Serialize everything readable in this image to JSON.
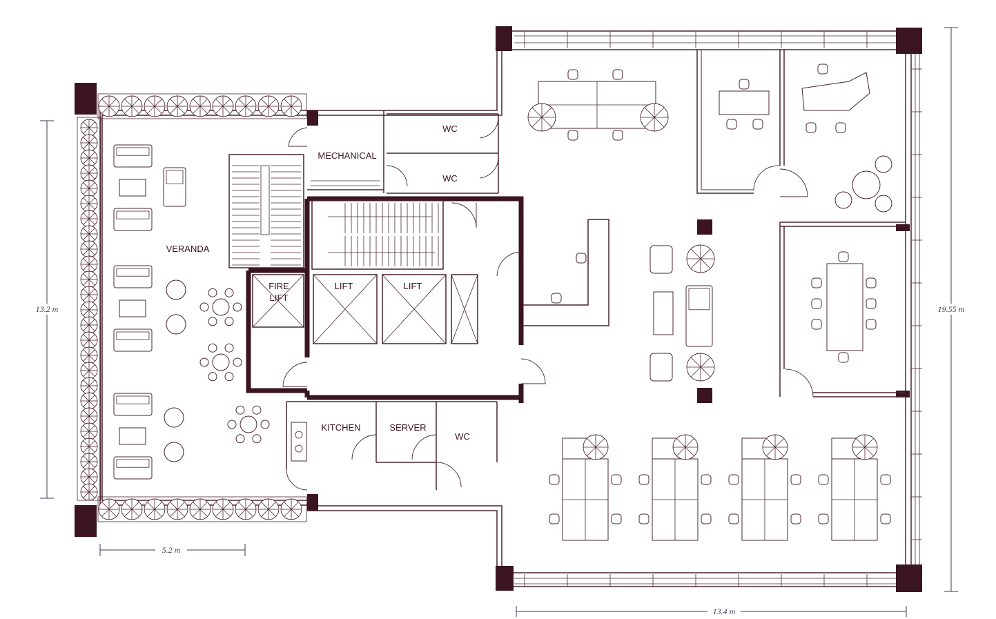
{
  "rooms": {
    "veranda": "VERANDA",
    "mechanical": "MECHANICAL",
    "wc_top": "WC",
    "wc_mid": "WC",
    "fire_lift_1": "FIRE",
    "fire_lift_2": "LIFT",
    "lift_1": "LIFT",
    "lift_2": "LIFT",
    "kitchen": "KITCHEN",
    "server": "SERVER",
    "wc_bottom": "WC"
  },
  "dimensions": {
    "left_height": "13.2 m",
    "veranda_width": "5.2 m",
    "office_width": "13.4 m",
    "right_height": "19.55 m"
  },
  "colors": {
    "wall": "#3a1420",
    "line": "#4a2430",
    "dimension": "#3a3a5a"
  }
}
